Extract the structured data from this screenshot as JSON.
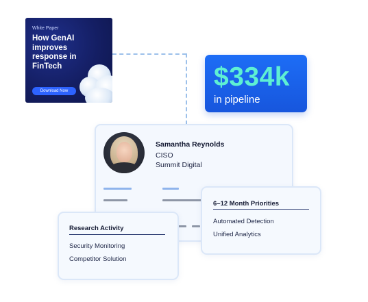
{
  "promo": {
    "eyebrow": "White Paper",
    "title": "How GenAI improves response in FinTech",
    "cta": "Download Now"
  },
  "pipeline": {
    "value": "$334k",
    "label": "in pipeline",
    "value_color": "#5ef0d3",
    "background": "#1d6df6"
  },
  "profile": {
    "name": "Samantha Reynolds",
    "role": "CISO",
    "company": "Summit Digital"
  },
  "research": {
    "title": "Research Activity",
    "items": [
      "Security Monitoring",
      "Competitor Solution"
    ]
  },
  "priorities": {
    "title": "6–12  Month Priorities",
    "items": [
      "Automated Detection",
      "Unified Analytics"
    ]
  },
  "colors": {
    "accent_blue": "#1d6df6",
    "navy": "#141e63",
    "skeleton_blue": "#8fb4ec",
    "skeleton_gray": "#8e96a6"
  }
}
